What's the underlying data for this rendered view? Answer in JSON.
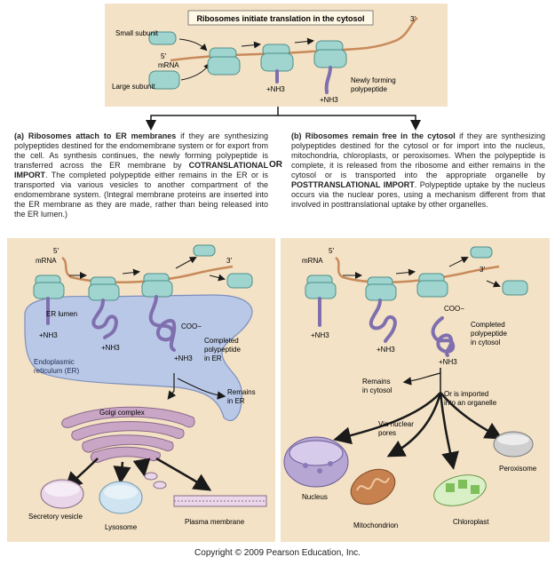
{
  "top": {
    "title": "Ribosomes initiate translation in the cytosol",
    "small_subunit": "Small subunit",
    "large_subunit": "Large subunit",
    "five_prime": "5′",
    "three_prime": "3′",
    "mrna": "mRNA",
    "nh3": "+NH3",
    "newly_forming": "Newly forming polypeptide"
  },
  "or_label": "OR",
  "caption_a": {
    "heading": "(a) Ribosomes attach to ER membranes",
    "text1": " if they are synthesizing polypeptides destined for the endomembrane system or for export from the cell. As synthesis continues, the newly forming polypeptide is transferred across the ER membrane by ",
    "bold": "COTRANSLATIONAL IMPORT",
    "text2": ". The completed polypeptide either remains in the ER or is transported via various vesicles to another compartment of the endomembrane system. (Integral membrane proteins are inserted into the ER membrane as they are made, rather than being released into the ER lumen.)"
  },
  "caption_b": {
    "heading": "(b) Ribosomes remain free in the cytosol",
    "text1": " if they are synthesizing polypeptides destined for the cytosol or for import into the nucleus, mitochondria, chloroplasts, or peroxisomes. When the polypeptide is complete, it is released from the ribosome and either remains in the cytosol or is transported into the appropriate organelle by ",
    "bold": "POSTTRANSLATIONAL IMPORT",
    "text2": ". Polypeptide uptake by the nucleus occurs via the nuclear pores, using a mechanism different from that involved in posttranslational uptake by other organelles."
  },
  "panel_a": {
    "five_prime": "5′",
    "three_prime": "3′",
    "mrna": "mRNA",
    "er_lumen": "ER lumen",
    "nh3": "+NH3",
    "coo": "COO−",
    "completed": "Completed polypeptide in ER",
    "er_name": "Endoplasmic reticulum (ER)",
    "remains_er": "Remains in ER",
    "golgi": "Golgi complex",
    "secretory": "Secretory vesicle",
    "lysosome": "Lysosome",
    "plasma": "Plasma membrane"
  },
  "panel_b": {
    "five_prime": "5′",
    "three_prime": "3′",
    "mrna": "mRNA",
    "nh3": "+NH3",
    "coo": "COO−",
    "completed": "Completed polypeptide in cytosol",
    "remains_cytosol": "Remains in cytosol",
    "imported": "Or is imported into an organelle",
    "via_pores": "Via nuclear pores",
    "nucleus": "Nucleus",
    "mito": "Mitochondrion",
    "chloro": "Chloroplast",
    "perox": "Peroxisome"
  },
  "copyright": "Copyright © 2009 Pearson Education, Inc.",
  "colors": {
    "panel_bg": "#f3e2c6",
    "ribosome": "#9fd4cf",
    "ribosome_edge": "#4f8f88",
    "mrna": "#c98a5a",
    "polypeptide": "#7f6fae",
    "er": "#b9c8e6",
    "golgi": "#c9a5c6"
  }
}
